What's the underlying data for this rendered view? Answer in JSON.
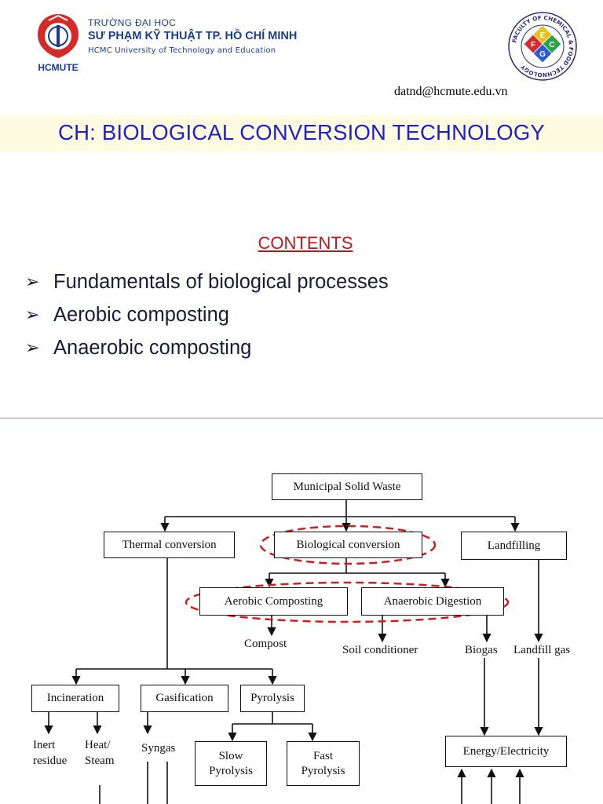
{
  "header": {
    "university_line1": "TRƯỜNG ĐẠI HỌC",
    "university_line2": "SƯ PHẠM KỸ THUẬT TP. HỒ CHÍ MINH",
    "university_line3": "HCMC University of Technology and Education",
    "logo_label": "HCMUTE",
    "faculty_ring_text": "FACULTY OF CHEMICAL & FOOD TECHNOLOGY",
    "faculty_letters": [
      "E",
      "F",
      "C",
      "G"
    ],
    "email": "datnd@hcmute.edu.vn"
  },
  "title": "CH: BIOLOGICAL CONVERSION TECHNOLOGY",
  "contents": {
    "heading": "CONTENTS",
    "items": [
      "Fundamentals of biological processes",
      "Aerobic composting",
      "Anaerobic composting"
    ]
  },
  "diagram": {
    "root": "Municipal Solid Waste",
    "thermal": "Thermal conversion",
    "biological": "Biological conversion",
    "landfilling": "Landfilling",
    "aerobic": "Aerobic Composting",
    "anaerobic": "Anaerobic Digestion",
    "compost": "Compost",
    "soil": "Soil conditioner",
    "biogas": "Biogas",
    "landfill_gas": "Landfill gas",
    "incineration": "Incineration",
    "gasification": "Gasification",
    "pyrolysis": "Pyrolysis",
    "inert_residue_1": "Inert",
    "inert_residue_2": "residue",
    "heat_steam_1": "Heat/",
    "heat_steam_2": "Steam",
    "syngas": "Syngas",
    "slow_pyrolysis_1": "Slow",
    "slow_pyrolysis_2": "Pyrolysis",
    "fast_pyrolysis_1": "Fast",
    "fast_pyrolysis_2": "Pyrolysis",
    "energy": "Energy/Electricity"
  },
  "colors": {
    "title_blue": "#1f1fcc",
    "contents_red": "#c0161b",
    "highlight_ellipse": "#cc1f1f",
    "title_band": "#fffbe0",
    "university_blue": "#1a3c8f"
  }
}
